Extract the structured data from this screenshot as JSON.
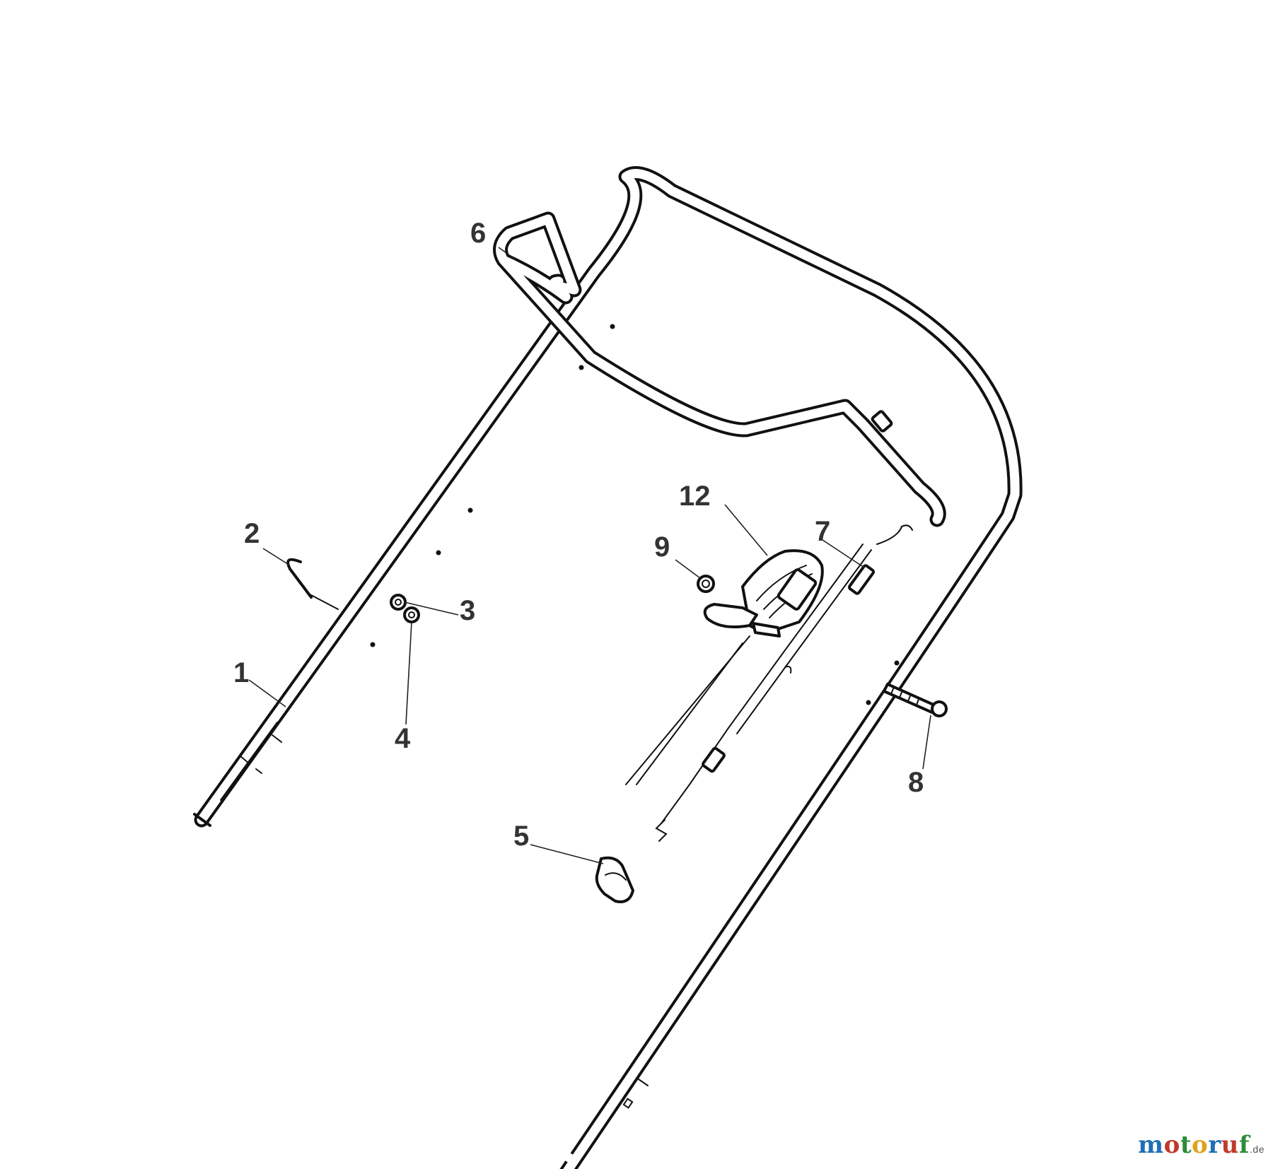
{
  "callouts": {
    "c1": "1",
    "c2": "2",
    "c3": "3",
    "c4": "4",
    "c5": "5",
    "c6": "6",
    "c7": "7",
    "c8": "8",
    "c9": "9",
    "c12": "12"
  },
  "watermark": {
    "text": "motoruf",
    "suffix": ".de",
    "colors": {
      "m": "#1f6fb5",
      "o1": "#c0392b",
      "t": "#2e8b3a",
      "o2": "#e0a21a",
      "r": "#1f6fb5",
      "u": "#c0392b",
      "f": "#2e8b3a"
    }
  }
}
